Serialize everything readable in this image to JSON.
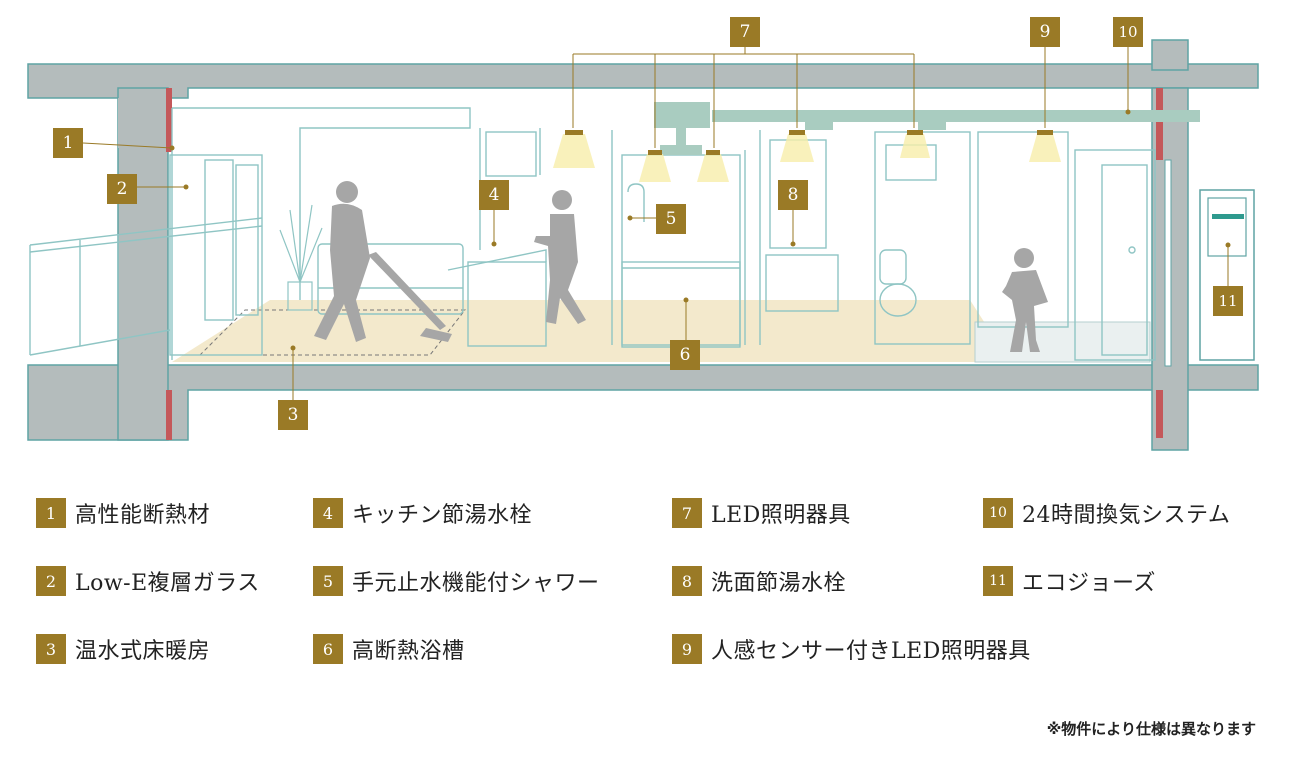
{
  "markers": [
    "1",
    "2",
    "3",
    "4",
    "5",
    "6",
    "7",
    "8",
    "9",
    "10",
    "11"
  ],
  "legend": [
    {
      "num": "1",
      "label": "高性能断熱材"
    },
    {
      "num": "2",
      "label": "Low-E複層ガラス"
    },
    {
      "num": "3",
      "label": "温水式床暖房"
    },
    {
      "num": "4",
      "label": "キッチン節湯水栓"
    },
    {
      "num": "5",
      "label": "手元止水機能付シャワー"
    },
    {
      "num": "6",
      "label": "高断熱浴槽"
    },
    {
      "num": "7",
      "label": "LED照明器具"
    },
    {
      "num": "8",
      "label": "洗面節湯水栓"
    },
    {
      "num": "9",
      "label": "人感センサー付きLED照明器具"
    },
    {
      "num": "10",
      "label": "24時間換気システム"
    },
    {
      "num": "11",
      "label": "エコジョーズ"
    }
  ],
  "note": "※物件により仕様は異なります",
  "colors": {
    "accent": "#9a7a26",
    "wall": "#b4bcbc",
    "outline": "#5fa3a4",
    "insulation": "#c4585a",
    "floor": "#f3e9cc",
    "light": "#f7eeaa",
    "duct": "#a9ccc0"
  }
}
